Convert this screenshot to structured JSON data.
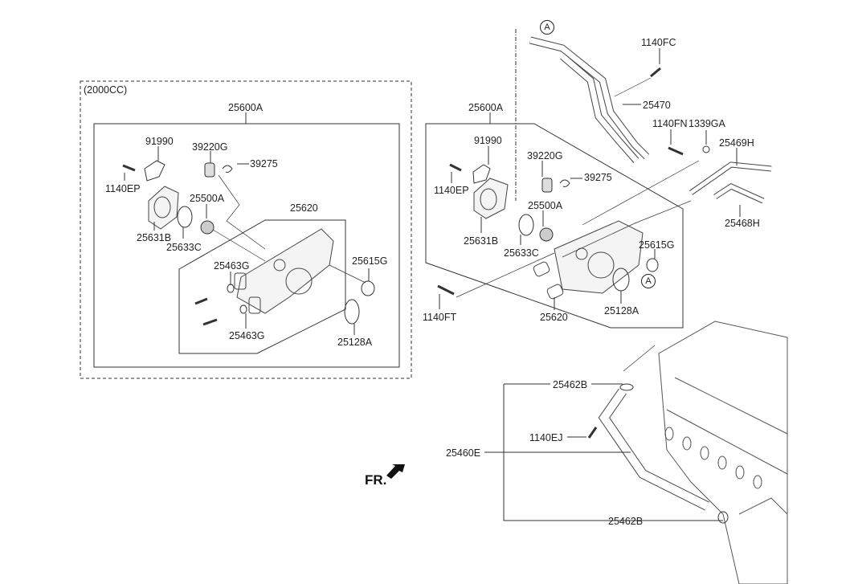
{
  "diagram": {
    "title": "Water Outlet / Thermostat Housing Parts Diagram",
    "variant_box_label": "(2000CC)",
    "direction_marker": "FR.",
    "callout_letter": "A",
    "left_group": {
      "assembly": "25600A",
      "parts": {
        "bracket": "91990",
        "bolt": "1140EP",
        "sensor": "39220G",
        "clip": "39275",
        "thermostat": "25500A",
        "housing_sub": "25620",
        "cover": "25631B",
        "gasket": "25633C",
        "o_ring_upper": "25463G",
        "o_ring_lower": "25463G",
        "gasket_small": "25615G",
        "gasket_large": "25128A"
      }
    },
    "right_group": {
      "assembly": "25600A",
      "parts": {
        "bracket": "91990",
        "bolt": "1140EP",
        "sensor": "39220G",
        "clip": "39275",
        "thermostat": "25500A",
        "cover": "25631B",
        "gasket": "25633C",
        "gasket_small": "25615G",
        "housing_sub": "25620",
        "gasket_large": "25128A",
        "bolt_ft": "1140FT"
      }
    },
    "pipes": {
      "pipe_assy": "25470",
      "bolt_fc": "1140FC",
      "bolt_fn": "1140FN",
      "nut": "1339GA",
      "hose_upper": "25469H",
      "hose_lower": "25468H"
    },
    "lower": {
      "o_ring_top": "25462B",
      "bolt": "1140EJ",
      "pipe": "25460E",
      "o_ring_bottom": "25462B"
    }
  }
}
